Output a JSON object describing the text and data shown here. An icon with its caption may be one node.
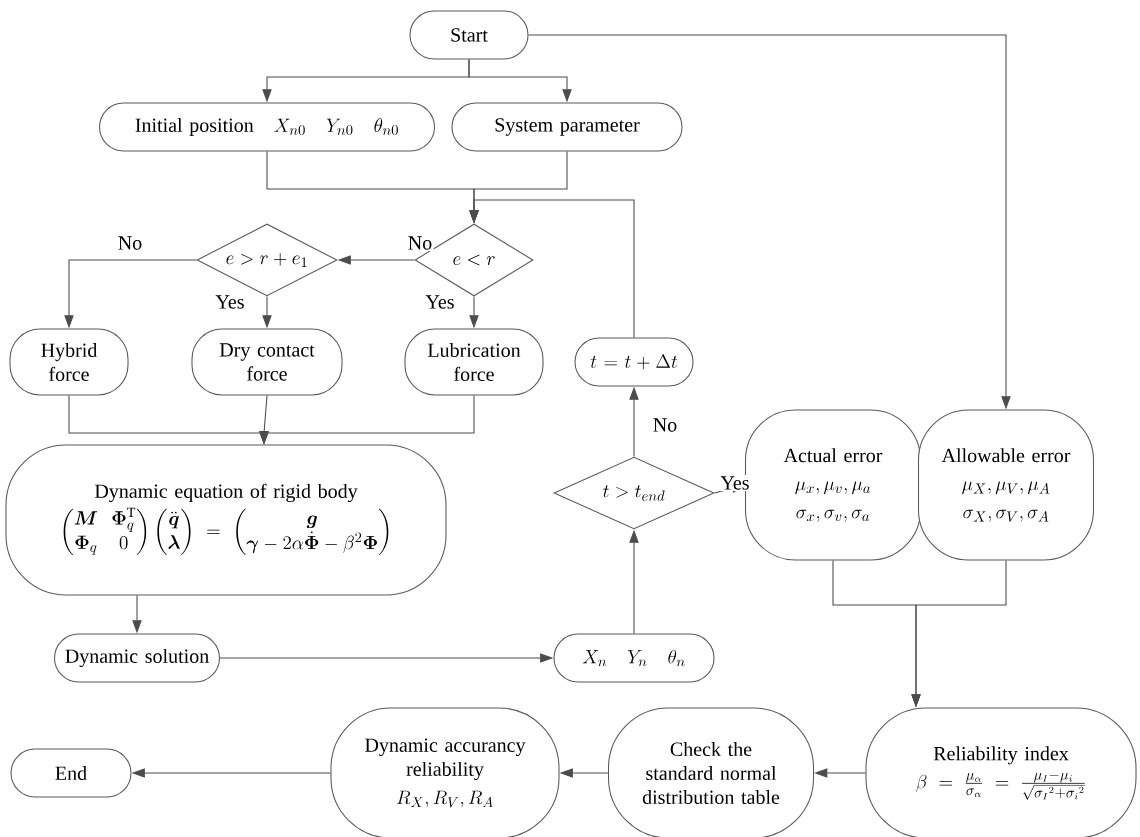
{
  "diagram": {
    "nodes": [
      {
        "text": [
          "Start"
        ]
      },
      {
        "text": [
          "Initial position",
          "X_{n0}\\quad Y_{n0}\\quad \\theta_{n0}"
        ]
      },
      {
        "text": [
          "System parameter"
        ]
      },
      {
        "text": [
          "e<r"
        ]
      },
      {
        "text": [
          "e>r+e_1"
        ]
      },
      {
        "text": [
          "Hybrid force"
        ]
      },
      {
        "text": [
          "Dry contact force"
        ]
      },
      {
        "text": [
          "Lubrication force"
        ]
      },
      {
        "text": [
          "t=t+\\Delta t"
        ]
      },
      {
        "text": [
          "Dynamic equation of rigid body",
          "\\begin{pmatrix}\\boldsymbol{M} & \\boldsymbol{\\Phi}_q^{\\mathrm{T}}\\\\ \\boldsymbol{\\Phi}_q & 0\\end{pmatrix}\\begin{pmatrix}\\ddot{\\boldsymbol{q}}\\\\ \\boldsymbol{\\lambda}\\end{pmatrix}=\\begin{pmatrix}\\boldsymbol{g}\\\\ \\boldsymbol{\\gamma}-2\\alpha\\dot{\\boldsymbol{\\Phi}}-\\beta^2\\boldsymbol{\\Phi}\\end{pmatrix}"
        ]
      },
      {
        "text": [
          "Dynamic solution"
        ]
      },
      {
        "text": [
          "X_n\\quad Y_n\\quad \\theta_n"
        ]
      },
      {
        "text": [
          "t>t_{end}"
        ]
      },
      {
        "text": [
          "Actual error",
          "\\mu_x,\\mu_v,\\mu_a",
          "\\sigma_x,\\sigma_v,\\sigma_a"
        ]
      },
      {
        "text": [
          "Allowable error",
          "\\mu_X,\\mu_V,\\mu_A",
          "\\sigma_X,\\sigma_V,\\sigma_A"
        ]
      },
      {
        "text": [
          "Reliability index",
          "\\beta=\\frac{\\mu_\\alpha}{\\sigma_\\alpha}=\\frac{\\mu_I-\\mu_i}{\\sqrt{{\\sigma_I}^2+{\\sigma_i}^2}}"
        ]
      },
      {
        "text": [
          "Check the standard normal distribution table"
        ]
      },
      {
        "text": [
          "Dynamic accurancy reliability",
          "R_X,R_V,R_A"
        ]
      },
      {
        "text": [
          "End"
        ]
      }
    ],
    "edges": [
      {
        "from": 0,
        "to": 1,
        "arrow": "to"
      },
      {
        "from": 0,
        "to": 2,
        "arrow": "to"
      },
      {
        "from": 1,
        "to": 3,
        "arrow": "to"
      },
      {
        "from": 2,
        "to": 3,
        "arrow": "to"
      },
      {
        "from": 8,
        "to": 3,
        "arrow": "to"
      },
      {
        "from": 3,
        "to": 4,
        "arrow": "to",
        "label": "No"
      },
      {
        "from": 3,
        "to": 7,
        "arrow": "to",
        "label": "Yes"
      },
      {
        "from": 4,
        "to": 5,
        "arrow": "to",
        "label": "No"
      },
      {
        "from": 4,
        "to": 6,
        "arrow": "to",
        "label": "Yes"
      },
      {
        "from": 5,
        "to": 9,
        "arrow": "to"
      },
      {
        "from": 6,
        "to": 9,
        "arrow": "to"
      },
      {
        "from": 7,
        "to": 9,
        "arrow": "to"
      },
      {
        "from": 9,
        "to": 10,
        "arrow": "to"
      },
      {
        "from": 10,
        "to": 11,
        "arrow": "to"
      },
      {
        "from": 11,
        "to": 12,
        "arrow": "to"
      },
      {
        "from": 12,
        "to": 8,
        "arrow": "to",
        "label": "No"
      },
      {
        "from": 12,
        "to": 13,
        "arrow": "to",
        "label": "Yes"
      },
      {
        "from": 0,
        "to": 14,
        "arrow": "to"
      },
      {
        "from": 13,
        "to": 15,
        "arrow": "to"
      },
      {
        "from": 14,
        "to": 15,
        "arrow": "to"
      },
      {
        "from": 15,
        "to": 16,
        "arrow": "to"
      },
      {
        "from": 16,
        "to": 17,
        "arrow": "to"
      },
      {
        "from": 17,
        "to": 18,
        "arrow": "to"
      }
    ]
  }
}
